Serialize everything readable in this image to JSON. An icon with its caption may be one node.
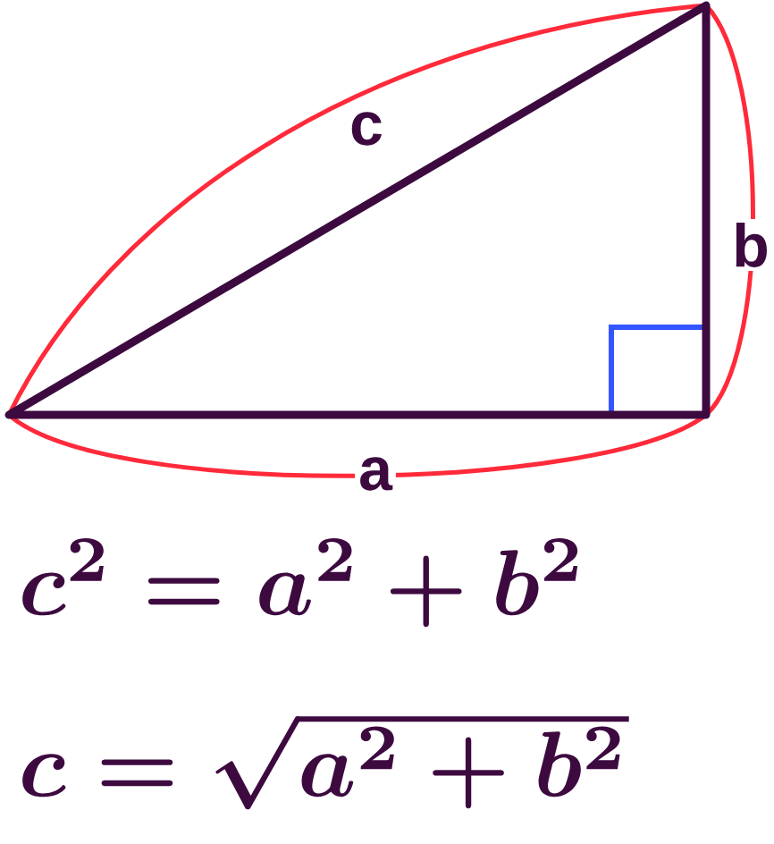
{
  "diagram": {
    "labels": [
      "c",
      "b",
      "a",
      "c^{2}=a^{2}+b^{2}",
      "c=\\sqrt{a^{2}+b^{2}}"
    ]
  }
}
